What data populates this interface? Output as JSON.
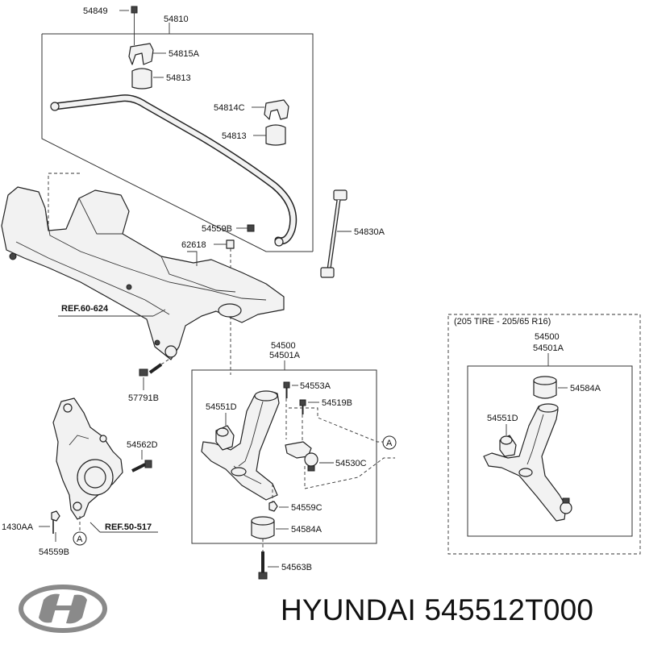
{
  "labels": {
    "p54849": "54849",
    "p54810": "54810",
    "p54815A": "54815A",
    "p54813a": "54813",
    "p54814C": "54814C",
    "p54813b": "54813",
    "p54559B_top": "54559B",
    "p54830A": "54830A",
    "p62618": "62618",
    "ref60624": "REF.60-624",
    "p57791B": "57791B",
    "p54500": "54500",
    "p54501A": "54501A",
    "p54553A": "54553A",
    "p54519B": "54519B",
    "p54551D": "54551D",
    "p54530C": "54530C",
    "p54562D": "54562D",
    "p54559C": "54559C",
    "p54584A": "54584A",
    "p1430AA": "1430AA",
    "ref50517": "REF.50-517",
    "p54559B_bot": "54559B",
    "p54563B": "54563B",
    "circleA1": "A",
    "circleA2": "A"
  },
  "inset": {
    "title": "(205 TIRE - 205/65 R16)",
    "p54500": "54500",
    "p54501A": "54501A",
    "p54584A": "54584A",
    "p54551D": "54551D"
  },
  "brand": {
    "caption": "HYUNDAI 545512T000",
    "logo": "hyundai-logo-icon"
  },
  "colors": {
    "line": "#222222",
    "fill": "#f2f2f2",
    "logo": "#8a8a8a"
  }
}
